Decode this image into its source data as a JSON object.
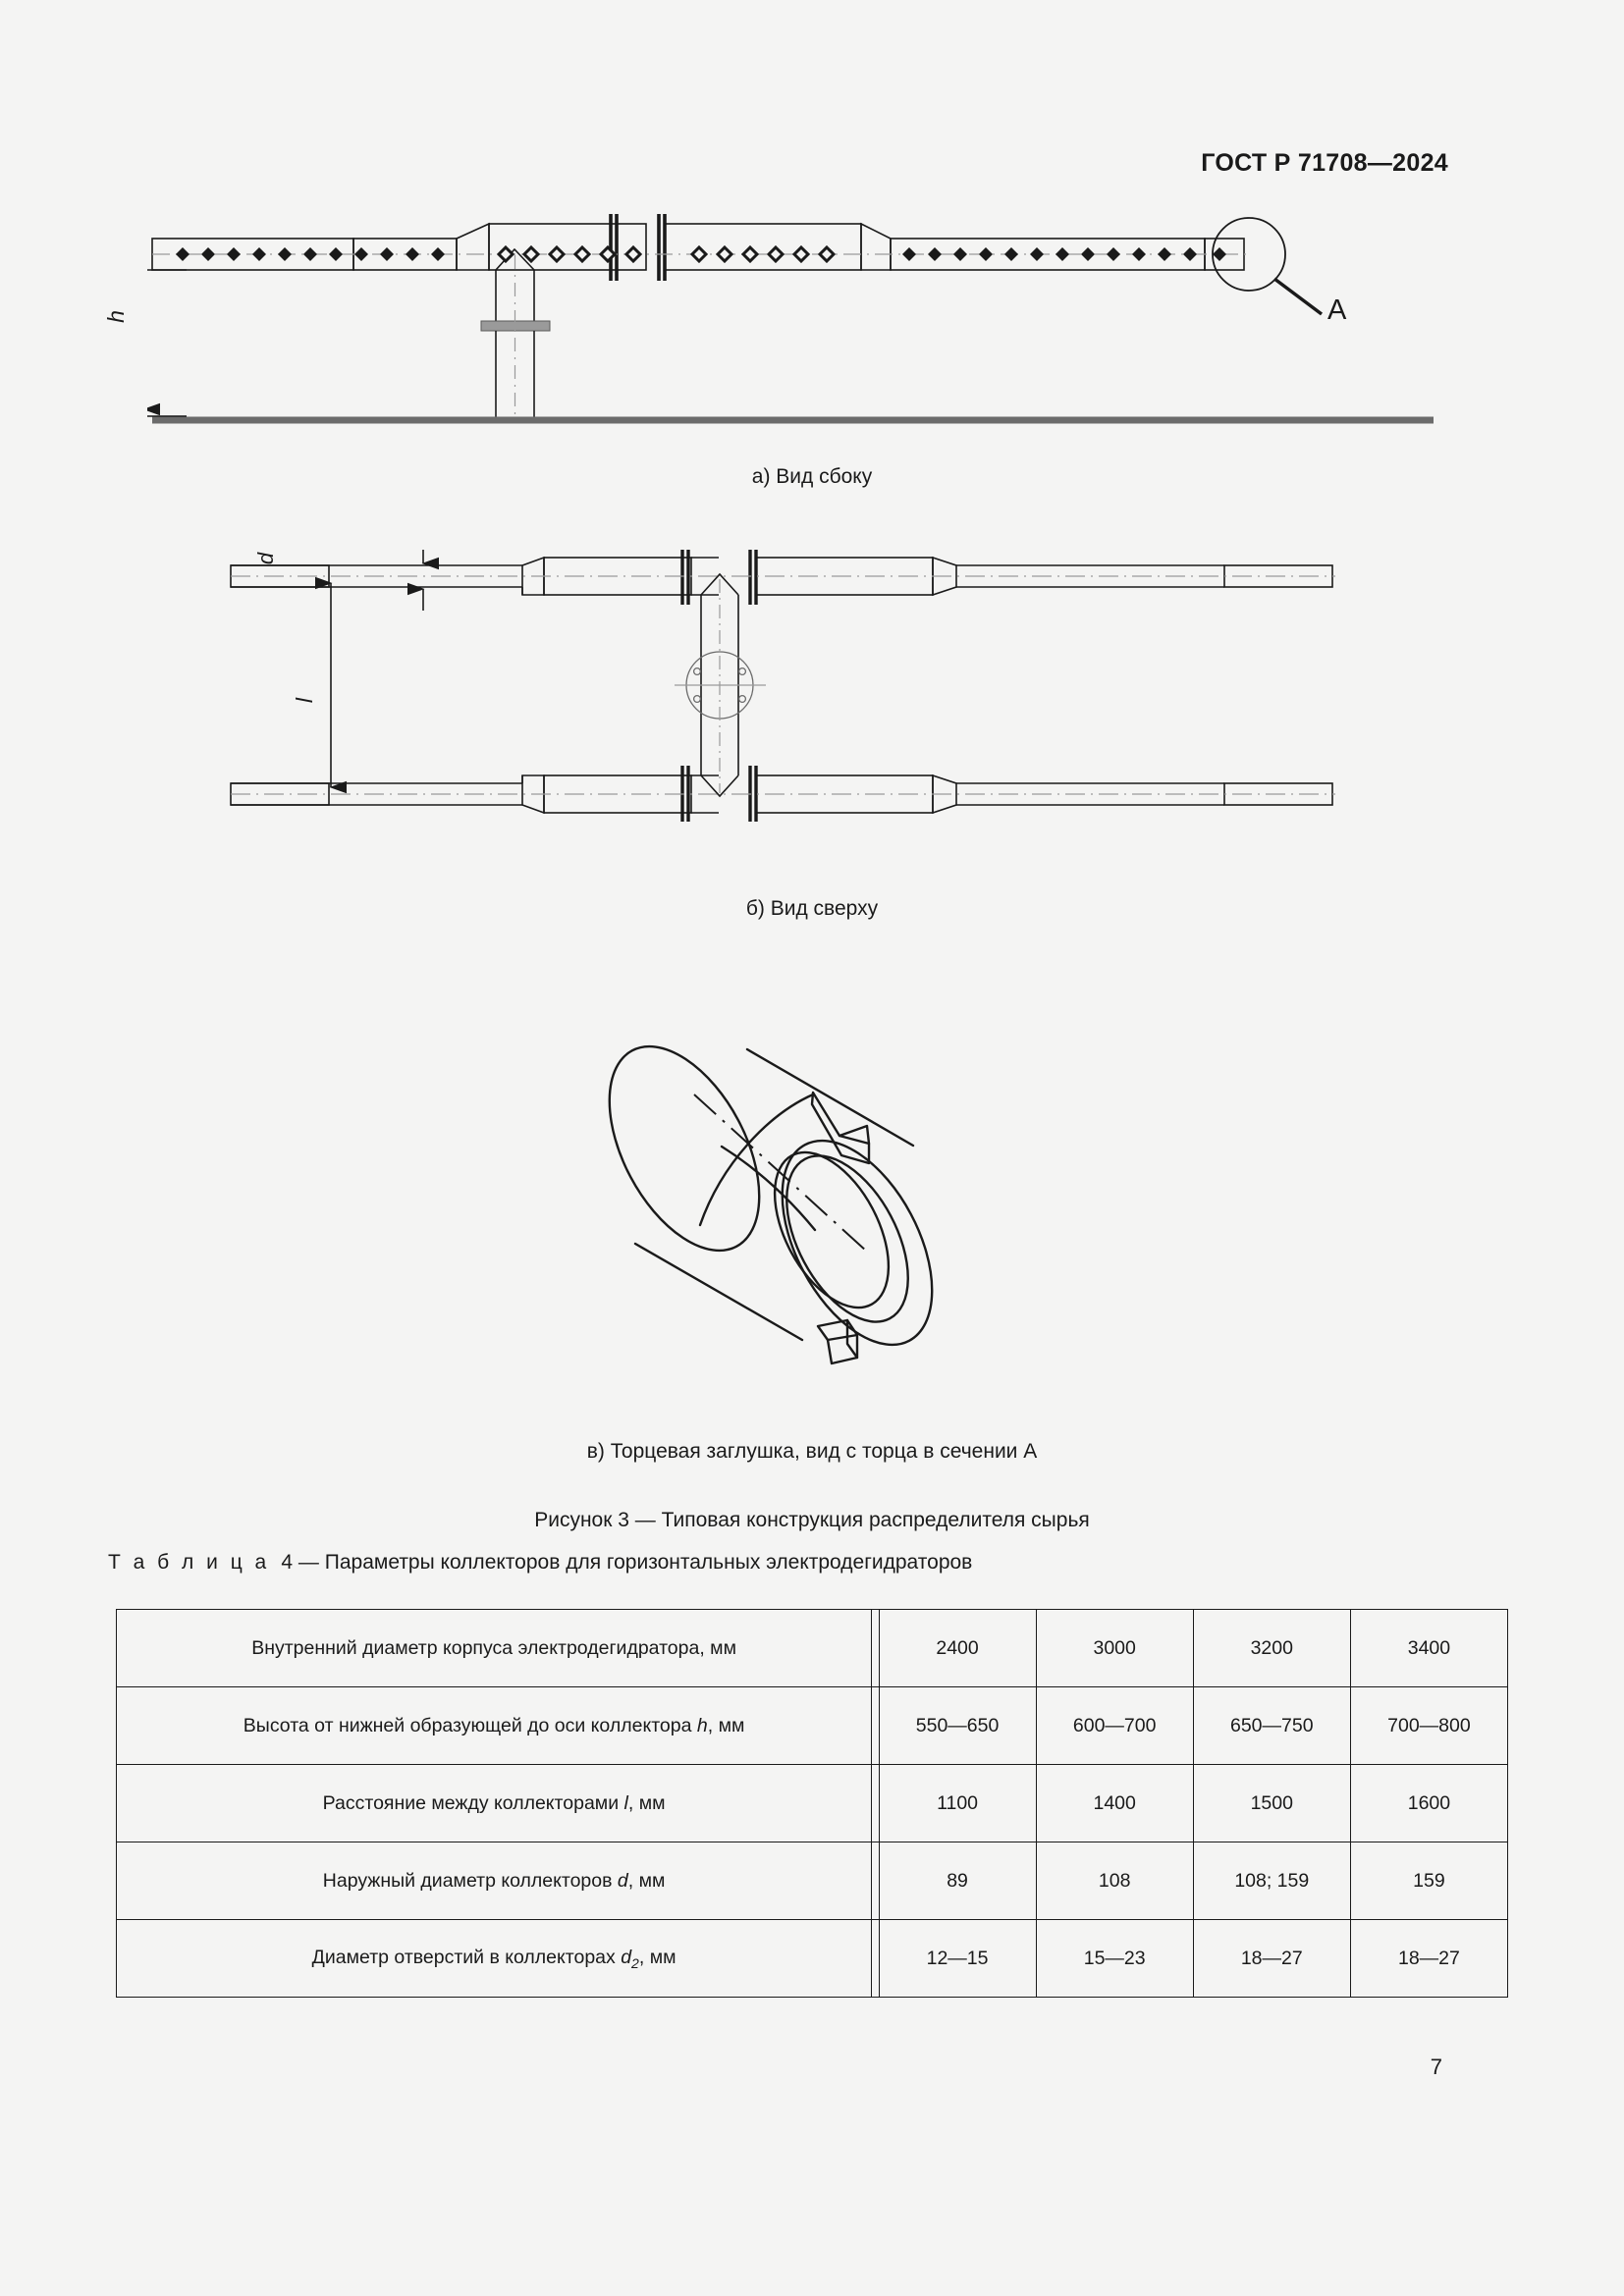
{
  "header": {
    "standard_id": "ГОСТ Р 71708—2024"
  },
  "figure": {
    "number": "Рисунок 3",
    "title": "Рисунок 3 — Типовая конструкция распределителя сырья",
    "views": [
      {
        "key": "a",
        "caption": "а) Вид сбоку"
      },
      {
        "key": "b",
        "caption": "б) Вид сверху"
      },
      {
        "key": "v",
        "caption": "в) Торцевая заглушка, вид с торца в сечении А"
      }
    ],
    "callouts": {
      "detail_a": "А"
    },
    "dimension_labels": {
      "height": "h",
      "spacing": "l",
      "diameter": "d"
    }
  },
  "table": {
    "label_prefix": "Т а б л и ц а",
    "number": "4",
    "dash": " — ",
    "title": "Параметры коллекторов для горизонтальных электродегидраторов",
    "rows": [
      {
        "label": "Внутренний диаметр корпуса электродегидратора, мм",
        "values": [
          "2400",
          "3000",
          "3200",
          "3400"
        ]
      },
      {
        "label_pre": "Высота от нижней образующей до оси коллектора ",
        "label_var": "h",
        "label_post": ", мм",
        "values": [
          "550—650",
          "600—700",
          "650—750",
          "700—800"
        ]
      },
      {
        "label_pre": "Расстояние между коллекторами ",
        "label_var": "l",
        "label_post": ", мм",
        "values": [
          "1100",
          "1400",
          "1500",
          "1600"
        ]
      },
      {
        "label_pre": "Наружный диаметр коллекторов ",
        "label_var": "d",
        "label_post": ", мм",
        "values": [
          "89",
          "108",
          "108; 159",
          "159"
        ]
      },
      {
        "label_pre": "Диаметр отверстий в коллекторах ",
        "label_var": "d",
        "label_sub": "2",
        "label_post": ", мм",
        "values": [
          "12—15",
          "15—23",
          "18—27",
          "18—27"
        ]
      }
    ]
  },
  "footer": {
    "page_number": "7"
  }
}
